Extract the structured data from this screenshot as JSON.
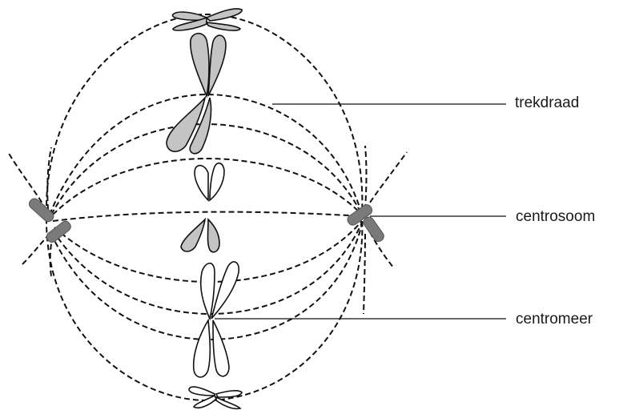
{
  "diagram": {
    "labels": {
      "trekdraad": "trekdraad",
      "centrosoom": "centrosoom",
      "centromeer": "centromeer"
    },
    "colors": {
      "chromosome_shaded": "#c4c4c4",
      "chromosome_unshaded": "#ffffff",
      "centrosome": "#7a7a7a",
      "line": "#111111"
    }
  }
}
